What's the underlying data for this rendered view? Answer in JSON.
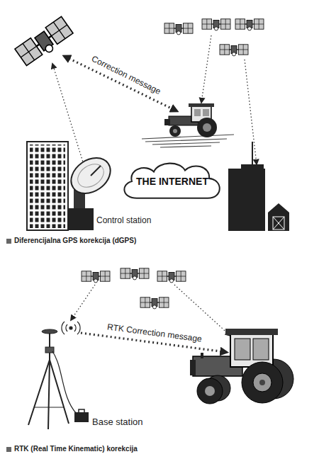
{
  "diagram": {
    "nodes": [
      {
        "text": [
          "THE INTERNET"
        ]
      }
    ],
    "labels": [
      "Correction message",
      "Control station",
      "Diferencijalna GPS korekcija (dGPS)",
      "RTK Correction message",
      "Base station",
      "RTK (Real Time Kinematic) korekcija"
    ]
  }
}
